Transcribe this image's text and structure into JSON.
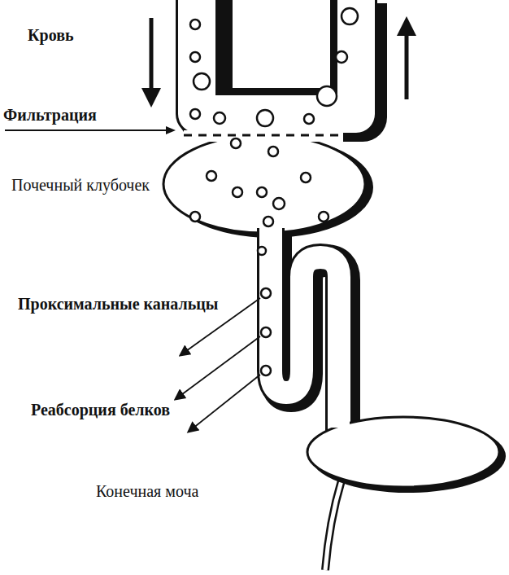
{
  "diagram": {
    "labels": [
      "Кровь",
      "Фильтрация",
      "Почечный клубочек",
      "Проксимальные канальцы",
      "Реабсорция белков",
      "Конечная моча"
    ]
  }
}
